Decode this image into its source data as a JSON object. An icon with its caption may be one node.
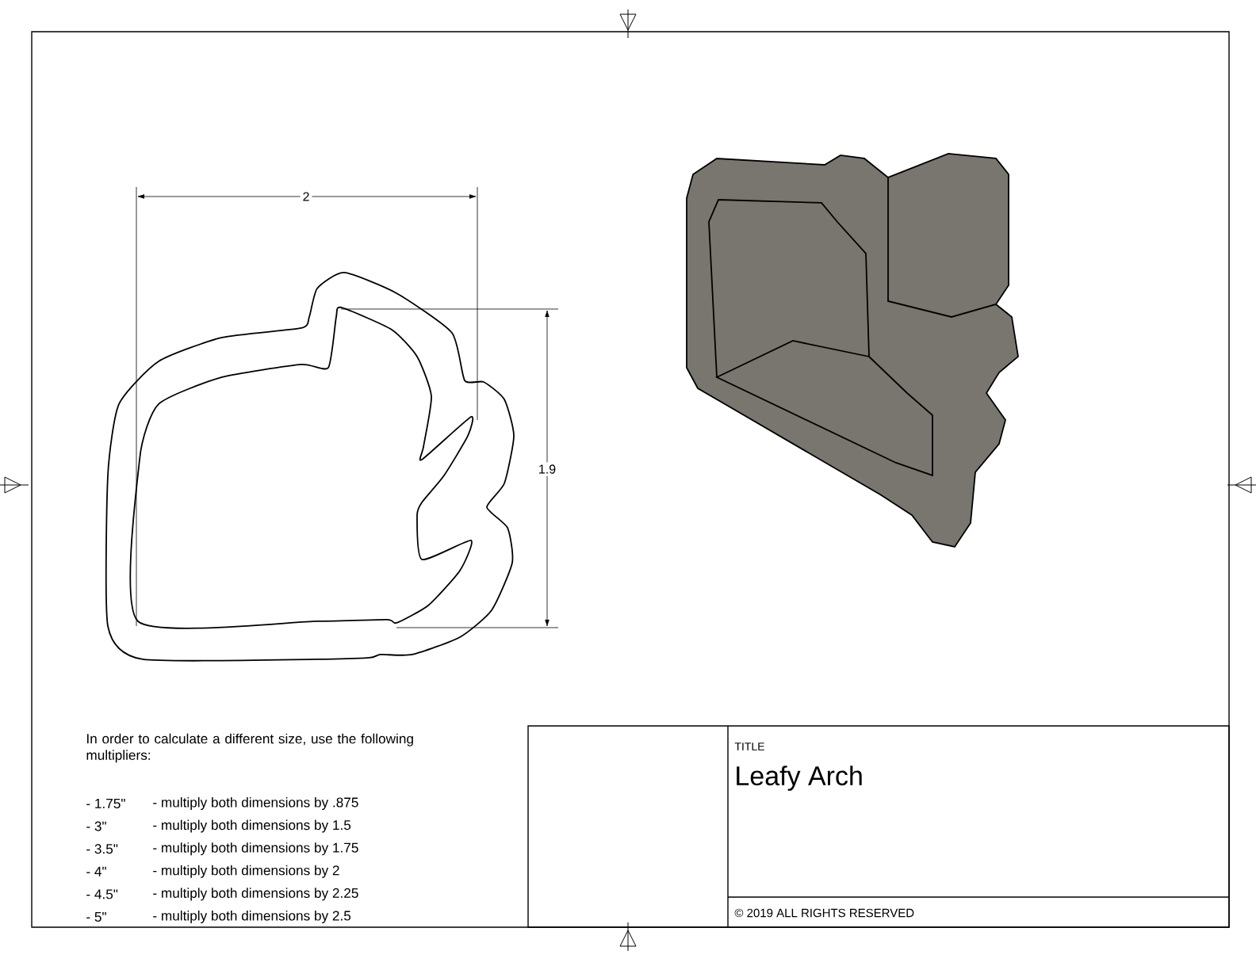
{
  "diagram": {
    "title": "Leafy Arch",
    "labels": [
      "2",
      "1.9",
      "In order to calculate a different size, use the following multipliers:",
      "- 1.75\"",
      "- multiply both dimensions by .875",
      "- 3\"",
      "- multiply both dimensions by 1.5",
      "- 3.5\"",
      "- multiply both dimensions by 1.75",
      "- 4\"",
      "- multiply both dimensions by 2",
      "- 4.5\"",
      "- multiply both dimensions by 2.25",
      "- 5\"",
      "- multiply both dimensions by 2.5",
      "TITLE",
      "© 2019 ALL RIGHTS RESERVED"
    ]
  }
}
